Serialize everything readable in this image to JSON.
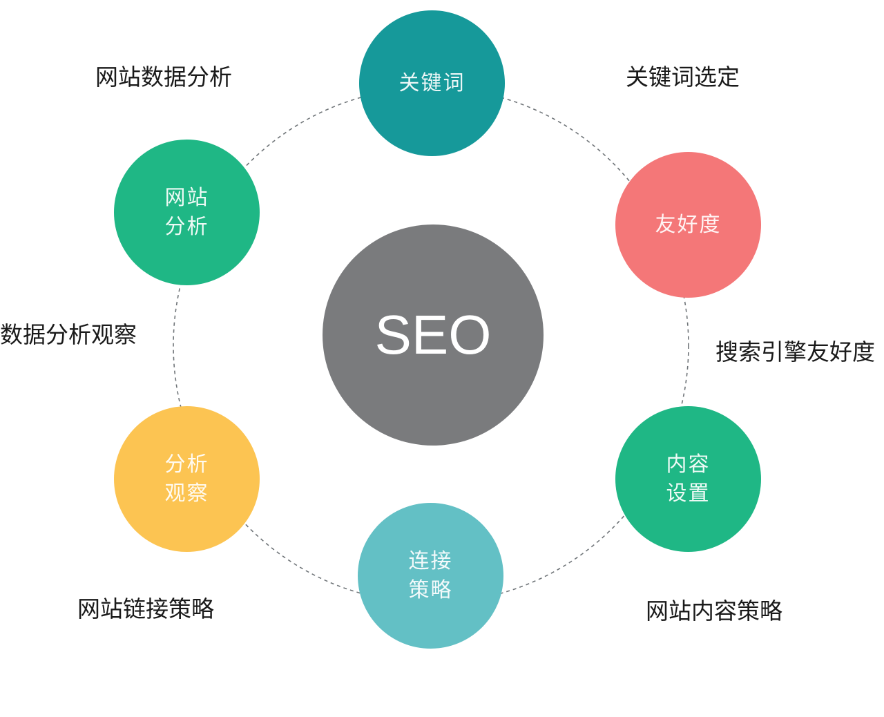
{
  "colors": {
    "center": "#7a7b7d",
    "keyword": "#16999a",
    "friendly": "#f47778",
    "content": "#1fb785",
    "link": "#63c0c5",
    "observe": "#fcc452",
    "analysis": "#1fb785",
    "ring": "#6f7478"
  },
  "center": {
    "text": "SEO"
  },
  "nodes": {
    "keyword": {
      "text": "关键词"
    },
    "friendly": {
      "text": "友好度"
    },
    "content": {
      "text": "内容\n设置"
    },
    "link": {
      "text": "连接\n策略"
    },
    "observe": {
      "text": "分析\n观察"
    },
    "analysis": {
      "text": "网站\n分析"
    }
  },
  "labels": {
    "analysis": "网站数据分析",
    "keyword": "关键词选定",
    "observe": "数据分析观察",
    "friendly": "搜索引擎友好度",
    "link": "网站链接策略",
    "content": "网站内容策略"
  }
}
